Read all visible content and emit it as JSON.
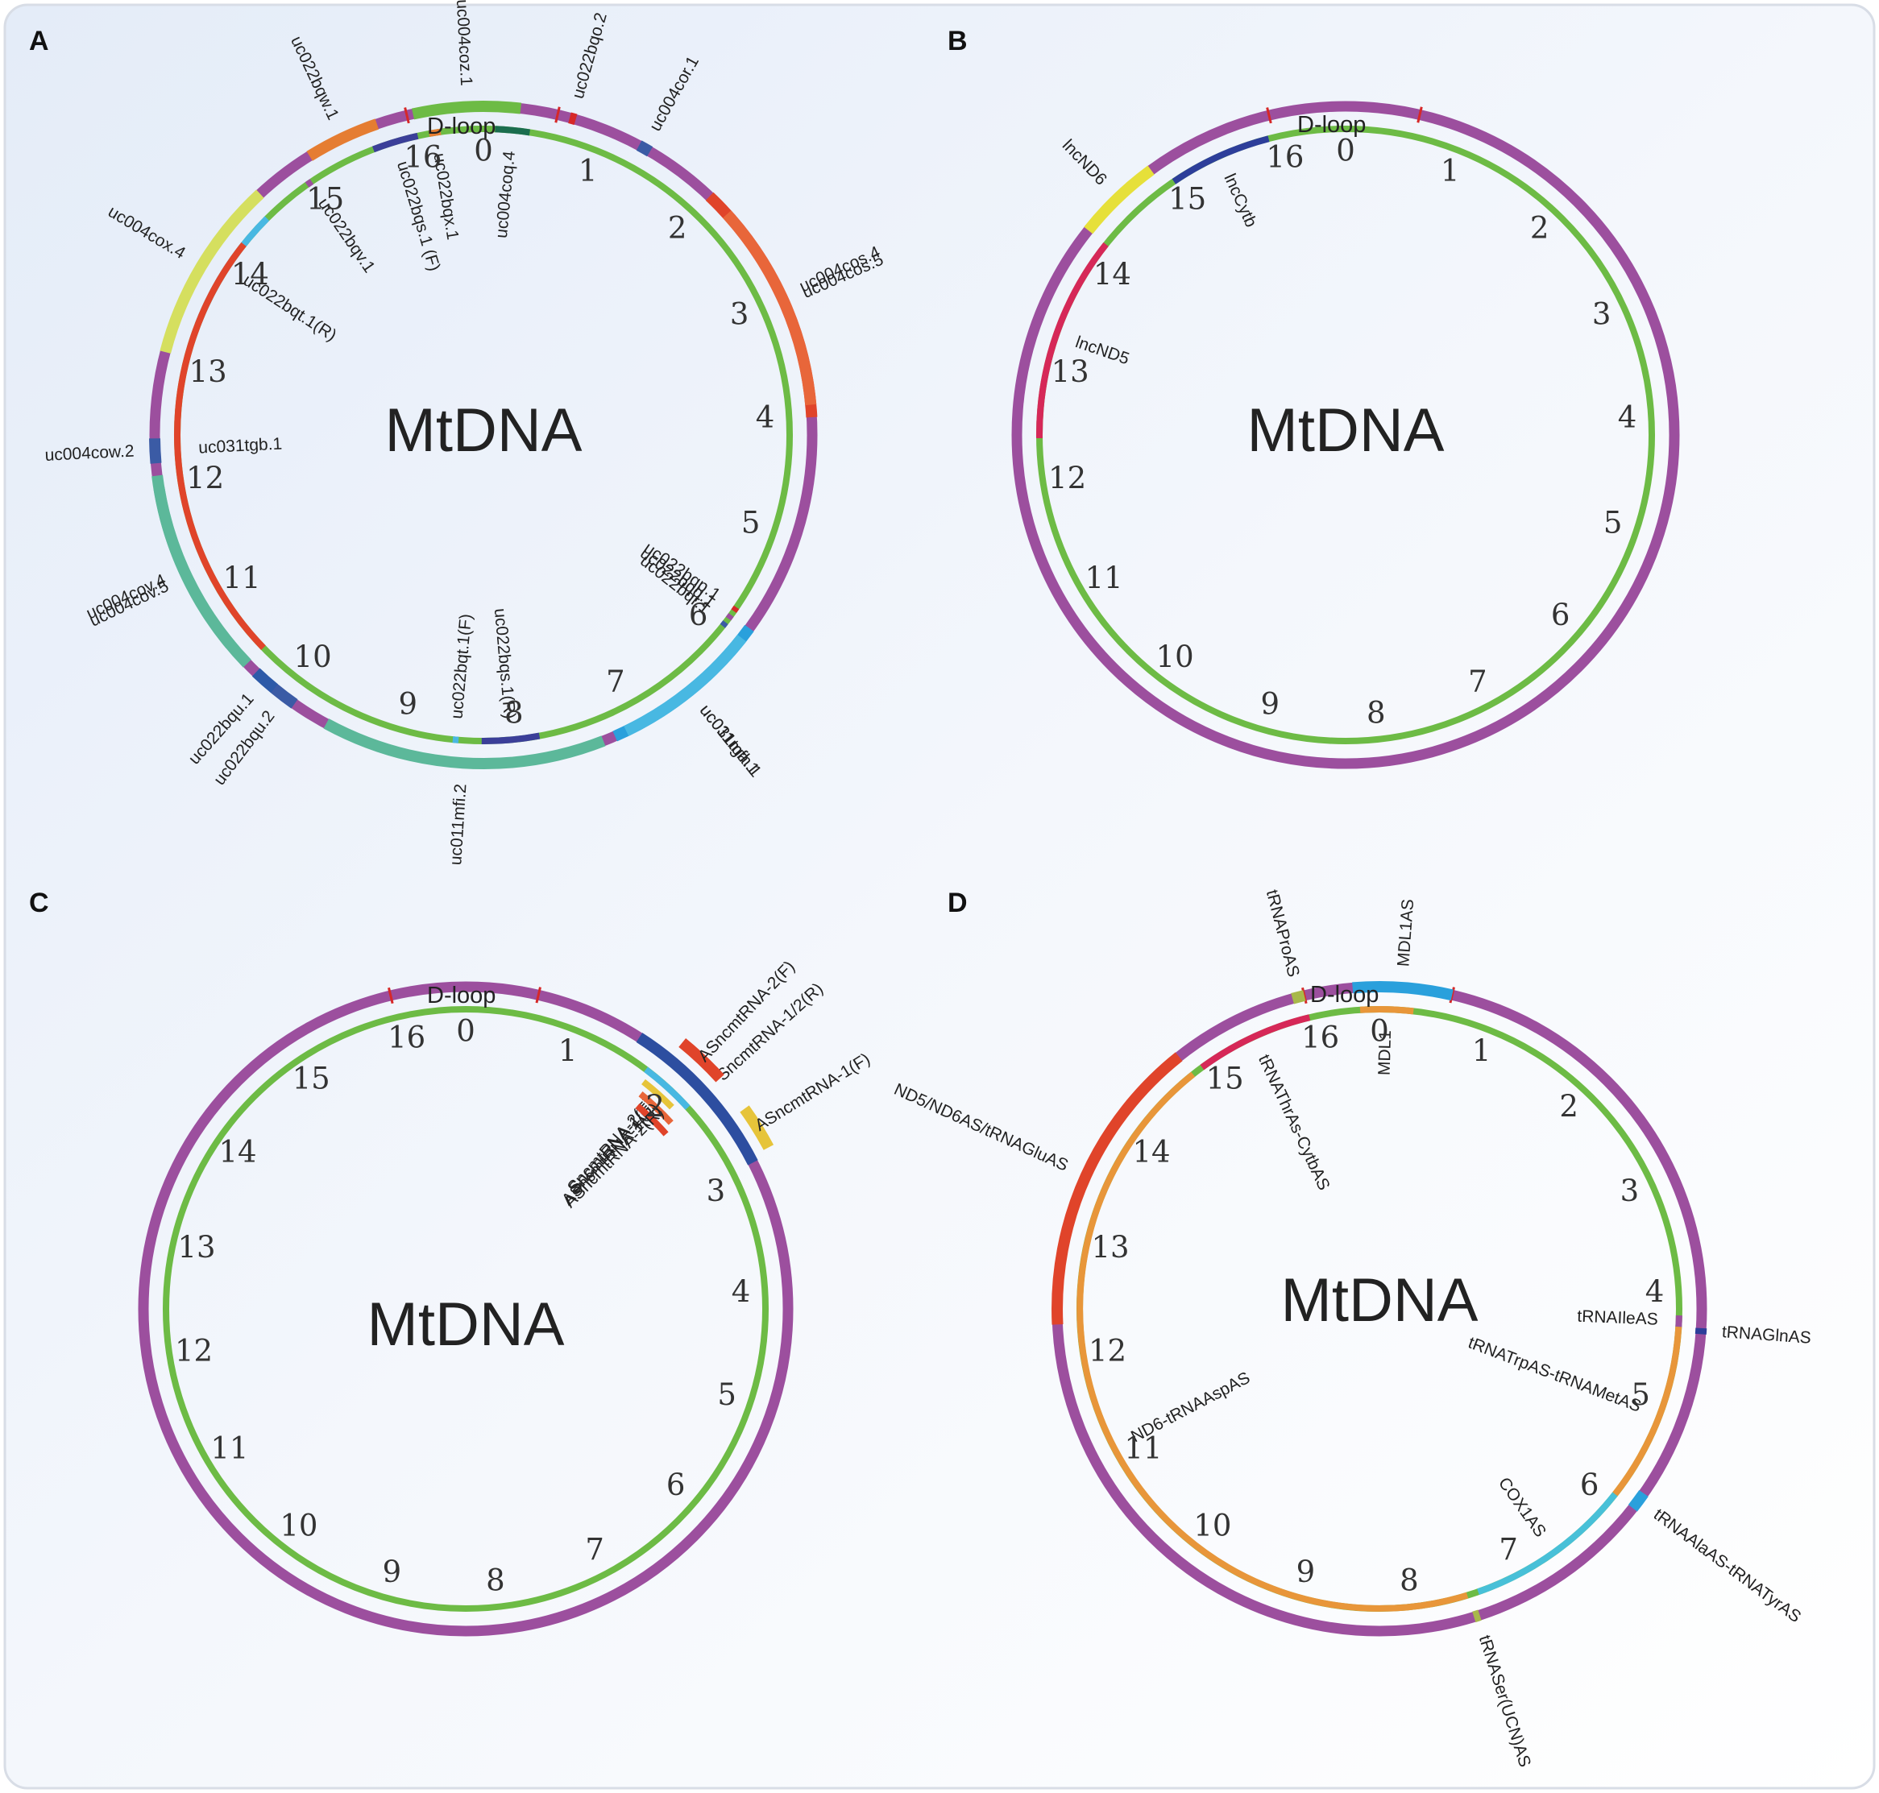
{
  "figure": {
    "background": "#ffffff",
    "panel_bg": "#eef2f9",
    "panels": [
      {
        "id": "A",
        "letter": "A",
        "title": "MtDNA",
        "dloop": "D-loop",
        "ticks": [
          "0",
          "1",
          "2",
          "3",
          "4",
          "5",
          "6",
          "7",
          "8",
          "9",
          "10",
          "11",
          "12",
          "13",
          "14",
          "15",
          "16"
        ],
        "outer_ring_color": "#9c4f9e",
        "inner_ring_color": "#6dbb45",
        "dloop_marker_color": "#d62828",
        "features": [
          {
            "label": "uc004coz.1",
            "start": 16.0,
            "end": 0.3,
            "track": "outer",
            "color": "#6dbb45"
          },
          {
            "label": "uc022bqw.1",
            "start": 15.7,
            "end": 15.1,
            "track": "outer",
            "color": "#e57d32"
          },
          {
            "label": "uc004cox.4",
            "start": 14.6,
            "end": 13.1,
            "track": "outer",
            "color": "#d5df5f"
          },
          {
            "label": "uc004cow.2",
            "start": 12.4,
            "end": 12.2,
            "track": "outer",
            "color": "#3b5ba5"
          },
          {
            "label": "uc004cov.5",
            "start": 12.1,
            "end": 10.4,
            "track": "outer",
            "color": "#5cb89a"
          },
          {
            "label": "uc004cov.4",
            "start": 12.0,
            "end": 10.6,
            "track": "outer",
            "color": "#5cb89a"
          },
          {
            "label": "uc022bqu.1",
            "start": 10.3,
            "end": 10.1,
            "track": "outer",
            "color": "#2d5aa8"
          },
          {
            "label": "uc022bqu.2",
            "start": 10.1,
            "end": 9.9,
            "track": "outer",
            "color": "#3b5ba5"
          },
          {
            "label": "uc011mfi.2",
            "start": 9.6,
            "end": 7.3,
            "track": "outer",
            "color": "#5cb89a"
          },
          {
            "label": "uc011mfh.1",
            "start": 7.2,
            "end": 5.8,
            "track": "outer",
            "color": "#2aa0dc"
          },
          {
            "label": "uc031tga.1",
            "start": 7.1,
            "end": 5.9,
            "track": "outer",
            "color": "#48b8e2"
          },
          {
            "label": "uc004cos.4",
            "start": 2.0,
            "end": 4.0,
            "track": "outer",
            "color": "#e0442a"
          },
          {
            "label": "uc004cos.5",
            "start": 2.2,
            "end": 3.9,
            "track": "outer",
            "color": "#e8663a"
          },
          {
            "label": "uc004cor.1",
            "start": 1.3,
            "end": 1.4,
            "track": "outer",
            "color": "#3b5ba5"
          },
          {
            "label": "uc022bqo.2",
            "start": 0.7,
            "end": 0.75,
            "track": "outer",
            "color": "#d62828"
          },
          {
            "label": "uc004coq.4",
            "start": 0.1,
            "end": 0.4,
            "track": "inner",
            "color": "#1a6d4e"
          },
          {
            "label": "uc022bqx.1",
            "start": 16.2,
            "end": 16.1,
            "track": "inner",
            "color": "#e57d32"
          },
          {
            "label": "uc022bqs.1 (F)",
            "start": 16.0,
            "end": 15.6,
            "track": "inner",
            "color": "#3b3f99"
          },
          {
            "label": "uc022bqv.1",
            "start": 15.0,
            "end": 14.95,
            "track": "inner",
            "color": "#9c4f9e"
          },
          {
            "label": "uc022bqt.1(R)",
            "start": 14.5,
            "end": 13.4,
            "track": "inner",
            "color": "#48b8e2"
          },
          {
            "label": "uc031tgb.1",
            "start": 14.2,
            "end": 10.4,
            "track": "inner",
            "color": "#e0442a"
          },
          {
            "label": "uc022bqp.1",
            "start": 5.72,
            "end": 5.76,
            "track": "inner",
            "color": "#d62828"
          },
          {
            "label": "uc022bqq.1",
            "start": 5.8,
            "end": 5.84,
            "track": "inner",
            "color": "#9c4f9e"
          },
          {
            "label": "uc022bqr.1",
            "start": 5.88,
            "end": 5.92,
            "track": "inner",
            "color": "#3b5ba5"
          },
          {
            "label": "uc022bqs.1(R)",
            "start": 7.8,
            "end": 8.3,
            "track": "inner",
            "color": "#3b3f99"
          },
          {
            "label": "uc022bqt.1(F)",
            "start": 8.5,
            "end": 8.55,
            "track": "inner",
            "color": "#48b8e2"
          }
        ]
      },
      {
        "id": "B",
        "letter": "B",
        "title": "MtDNA",
        "dloop": "D-loop",
        "ticks": [
          "0",
          "1",
          "2",
          "3",
          "4",
          "5",
          "6",
          "7",
          "8",
          "9",
          "10",
          "11",
          "12",
          "13",
          "14",
          "15",
          "16"
        ],
        "outer_ring_color": "#9c4f9e",
        "inner_ring_color": "#6dbb45",
        "dloop_marker_color": "#d62828",
        "features": [
          {
            "label": "lncND6",
            "start": 14.9,
            "end": 14.2,
            "track": "outer",
            "color": "#e6e03a"
          },
          {
            "label": "lncCytb",
            "start": 15.9,
            "end": 15.0,
            "track": "inner",
            "color": "#2d3e9a"
          },
          {
            "label": "lncND5",
            "start": 14.2,
            "end": 12.4,
            "track": "inner",
            "color": "#d62858"
          }
        ]
      },
      {
        "id": "C",
        "letter": "C",
        "title": "MtDNA",
        "dloop": "D-loop",
        "ticks": [
          "0",
          "1",
          "2",
          "3",
          "4",
          "5",
          "6",
          "7",
          "8",
          "9",
          "10",
          "11",
          "12",
          "13",
          "14",
          "15",
          "16"
        ],
        "outer_ring_color": "#9c4f9e",
        "inner_ring_color": "#6dbb45",
        "dloop_marker_color": "#d62828",
        "features": [
          {
            "label": "SncmtRNA-1/2(R)",
            "start": 1.5,
            "end": 2.9,
            "track": "outer",
            "color": "#2d4ea0"
          },
          {
            "label": "ASncmtRNA-2(F)",
            "start": 1.8,
            "end": 2.2,
            "track": "outer2",
            "color": "#e0442a"
          },
          {
            "label": "ASncmtRNA-1(F)",
            "start": 2.5,
            "end": 2.85,
            "track": "outer2",
            "color": "#e6c43a"
          },
          {
            "label": "SncmtRNA-1(F)",
            "start": 1.7,
            "end": 2.2,
            "track": "inner",
            "color": "#48b8e2"
          },
          {
            "label": "SncmtRNA-2(F)",
            "start": 1.75,
            "end": 2.1,
            "track": "inner2",
            "color": "#e6c43a"
          },
          {
            "label": "ASncmtRNA-1(R)",
            "start": 1.8,
            "end": 2.2,
            "track": "inner3",
            "color": "#e8663a"
          },
          {
            "label": "ASncmtRNA-2(R)",
            "start": 1.85,
            "end": 2.25,
            "track": "inner4",
            "color": "#e0442a"
          }
        ]
      },
      {
        "id": "D",
        "letter": "D",
        "title": "MtDNA",
        "dloop": "D-loop",
        "ticks": [
          "0",
          "1",
          "2",
          "3",
          "4",
          "5",
          "6",
          "7",
          "8",
          "9",
          "10",
          "11",
          "12",
          "13",
          "14",
          "15",
          "16"
        ],
        "outer_ring_color": "#9c4f9e",
        "inner_ring_color": "#6dbb45",
        "dloop_marker_color": "#d62828",
        "features": [
          {
            "label": "MDL1AS",
            "start": 16.35,
            "end": 0.6,
            "track": "outer",
            "color": "#2aa0dc"
          },
          {
            "label": "tRNAProAS",
            "start": 15.95,
            "end": 15.85,
            "track": "outer",
            "color": "#a8b84a"
          },
          {
            "label": "ND5/ND6AS/tRNAGluAS",
            "start": 14.8,
            "end": 12.3,
            "track": "outer",
            "color": "#e0442a"
          },
          {
            "label": "tRNAGlnAS",
            "start": 4.3,
            "end": 4.35,
            "track": "outer",
            "color": "#2d3e9a"
          },
          {
            "label": "tRNAAlaAS-tRNATyrAS",
            "start": 5.75,
            "end": 5.9,
            "track": "outer",
            "color": "#2aa0dc"
          },
          {
            "label": "tRNASer(UCN)AS",
            "start": 7.45,
            "end": 7.5,
            "track": "outer",
            "color": "#a8b84a"
          },
          {
            "label": "MDL1",
            "start": 16.4,
            "end": 0.3,
            "track": "inner",
            "color": "#e8963a"
          },
          {
            "label": "tRNAThrAs-CytbAS",
            "start": 15.95,
            "end": 14.9,
            "track": "inner",
            "color": "#d62858"
          },
          {
            "label": "ND6-tRNAAspAS",
            "start": 14.8,
            "end": 7.5,
            "track": "inner",
            "color": "#e8963a"
          },
          {
            "label": "tRNAIleAS",
            "start": 4.2,
            "end": 4.3,
            "track": "inner",
            "color": "#9c4f9e"
          },
          {
            "label": "tRNATrpAS-tRNAMetAS",
            "start": 4.3,
            "end": 5.9,
            "track": "inner",
            "color": "#e8963a"
          },
          {
            "label": "COX1AS",
            "start": 5.9,
            "end": 7.4,
            "track": "inner",
            "color": "#48c0d8"
          }
        ]
      }
    ]
  }
}
